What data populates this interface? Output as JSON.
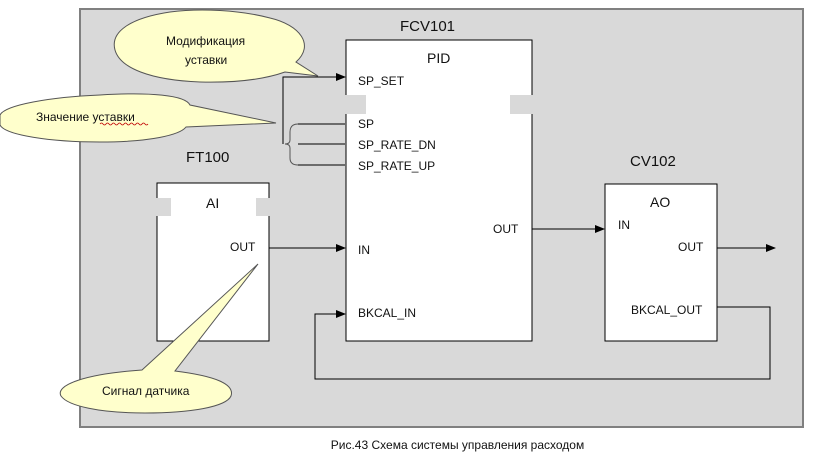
{
  "diagram": {
    "caption": "Рис.43 Схема системы управления расходом",
    "colors": {
      "panel_bg": "#d9d9d9",
      "panel_border": "#808080",
      "block_bg": "#ffffff",
      "callout_bg": "#ffffcc",
      "line": "#000000"
    },
    "blocks": {
      "ft100": {
        "tag": "FT100",
        "type": "AI",
        "ports": {
          "out": "OUT"
        }
      },
      "fcv101": {
        "tag": "FCV101",
        "type": "PID",
        "ports": {
          "sp_set": "SP_SET",
          "sp": "SP",
          "sp_rate_dn": "SP_RATE_DN",
          "sp_rate_up": "SP_RATE_UP",
          "in": "IN",
          "bkcal_in": "BKCAL_IN",
          "out": "OUT"
        }
      },
      "cv102": {
        "tag": "CV102",
        "type": "AO",
        "ports": {
          "in": "IN",
          "out": "OUT",
          "bkcal_out": "BKCAL_OUT"
        }
      }
    },
    "callouts": {
      "setpoint_modification": [
        "Модификация",
        "уставки"
      ],
      "setpoint_value": "Значение уставки",
      "sensor_signal": "Сигнал датчика"
    }
  }
}
